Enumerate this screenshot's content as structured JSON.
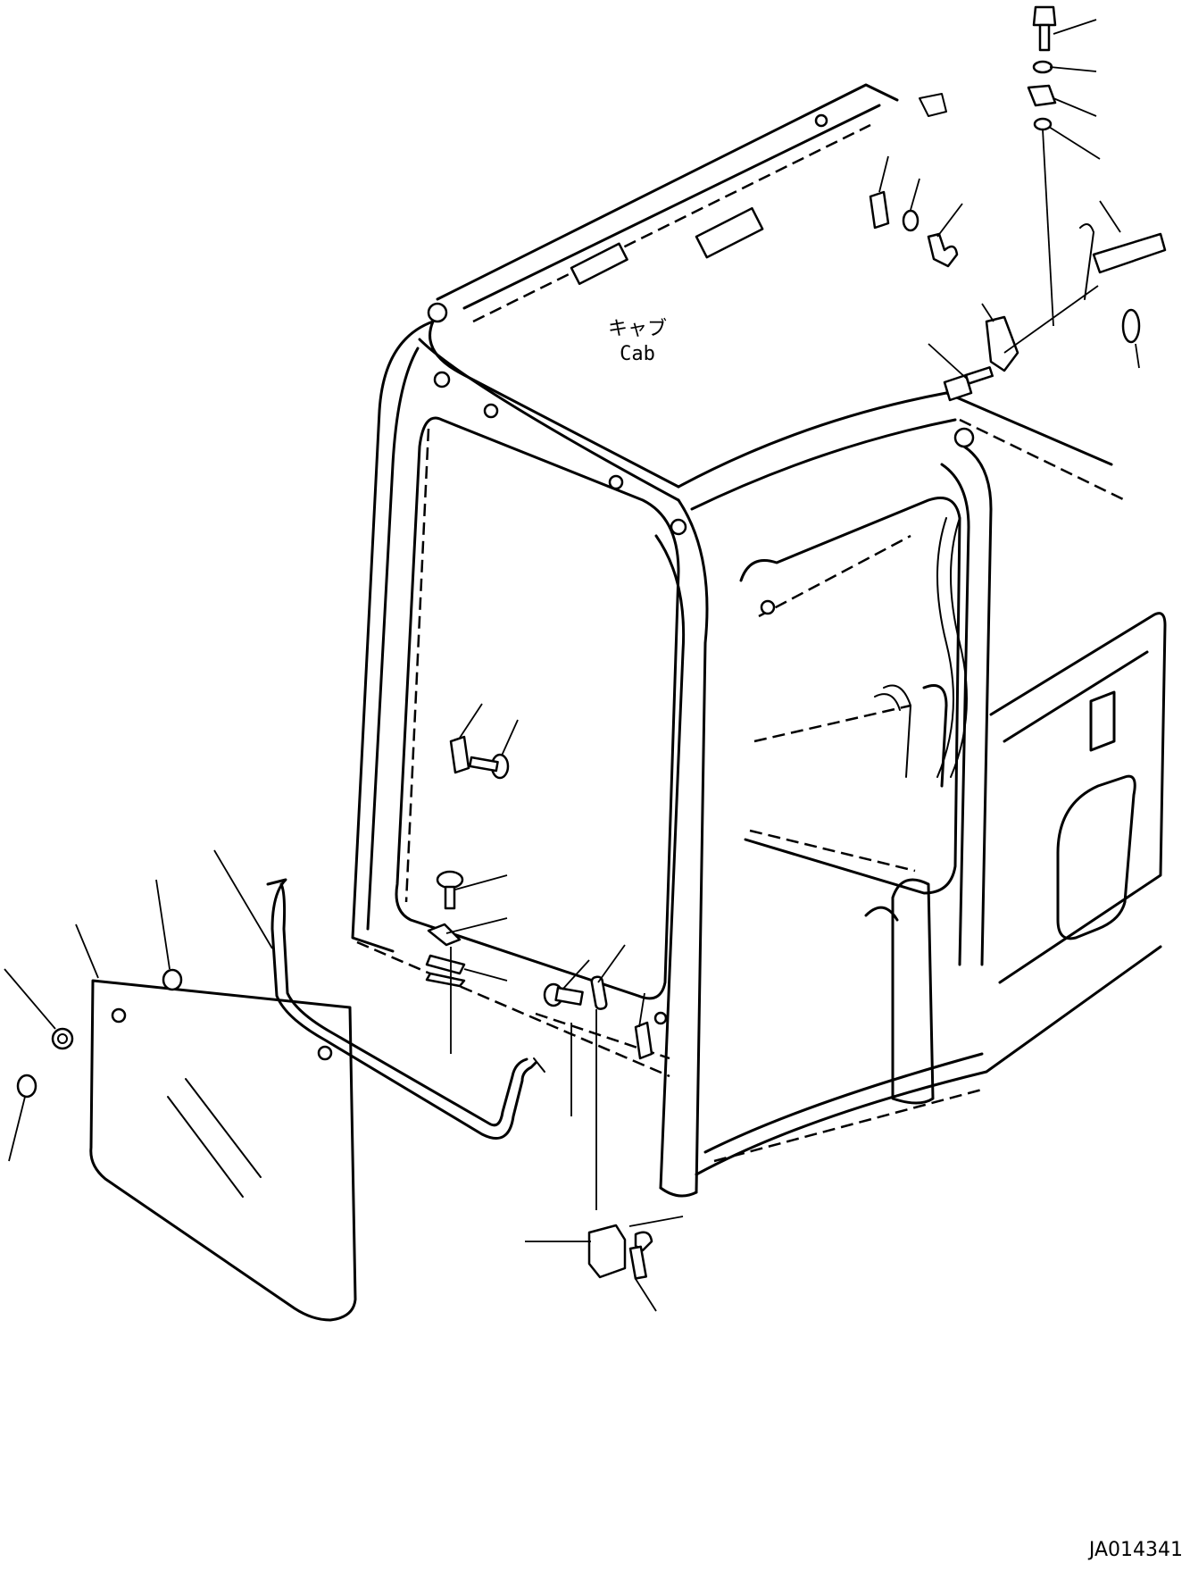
{
  "labels": {
    "cab_japanese": "キャブ",
    "cab_english": "Cab"
  },
  "figure_id": "JA014341"
}
